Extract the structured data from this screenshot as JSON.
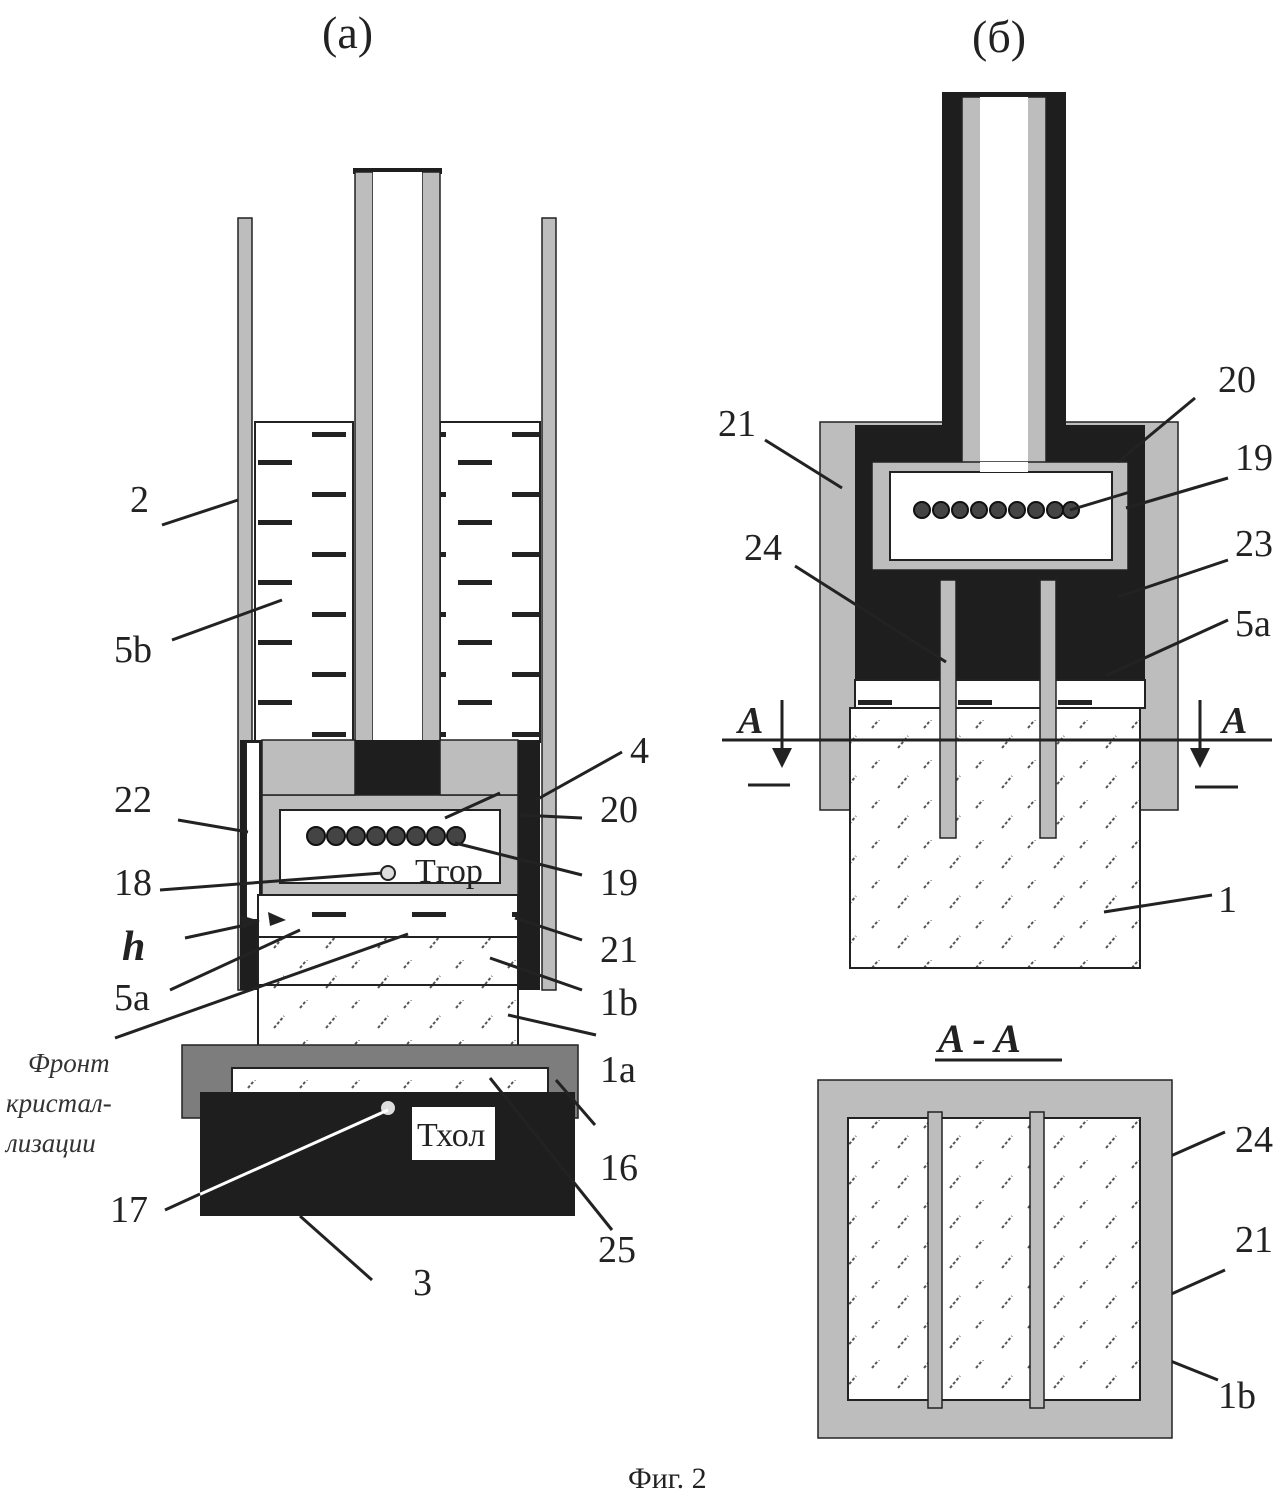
{
  "panel_a": {
    "title": "(а)",
    "labels": {
      "l2": "2",
      "l5b": "5b",
      "l4": "4",
      "l22": "22",
      "l20": "20",
      "l18": "18",
      "l19": "19",
      "lh": "h",
      "l21": "21",
      "l5a": "5a",
      "l1b": "1b",
      "l1a": "1a",
      "l16": "16",
      "l17": "17",
      "l25": "25",
      "l3": "3"
    },
    "temp_hot": "Тгор",
    "temp_cold": "Тхол",
    "front_label": [
      "Фронт",
      "кристал-",
      "лизации"
    ]
  },
  "panel_b": {
    "title": "(б)",
    "labels": {
      "l20": "20",
      "l21": "21",
      "l19": "19",
      "l24": "24",
      "l23": "23",
      "l5a": "5a",
      "l1": "1",
      "sectA_left": "A",
      "sectA_right": "A"
    },
    "section_title": "A - A",
    "section_labels": {
      "l24": "24",
      "l21": "21",
      "l1b": "1b"
    }
  },
  "caption": "Фиг. 2"
}
